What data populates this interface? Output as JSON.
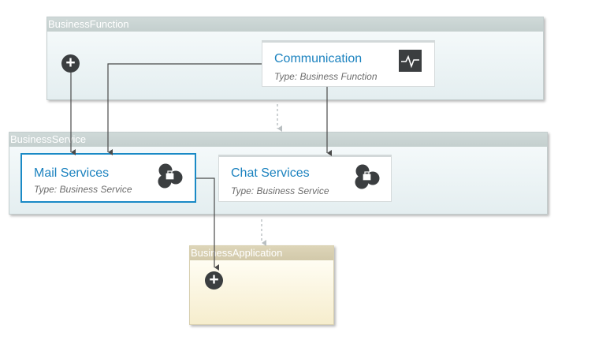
{
  "lanes": {
    "business_function": {
      "title": "BusinessFunction"
    },
    "business_service": {
      "title": "BusinessService"
    },
    "business_application": {
      "title": "BusinessApplication"
    }
  },
  "nodes": {
    "communication": {
      "title": "Communication",
      "type": "Type: Business Function",
      "icon": "business-function-icon"
    },
    "mail_services": {
      "title": "Mail Services",
      "type": "Type: Business Service",
      "icon": "business-service-icon"
    },
    "chat_services": {
      "title": "Chat Services",
      "type": "Type: Business Service",
      "icon": "business-service-icon"
    }
  },
  "controls": {
    "add_symbol": "+"
  },
  "colors": {
    "accent": "#1a8ac6",
    "function_lane": "#cfd9d8",
    "application_lane": "#ddd5b8",
    "connector": "#4a4a4a"
  }
}
